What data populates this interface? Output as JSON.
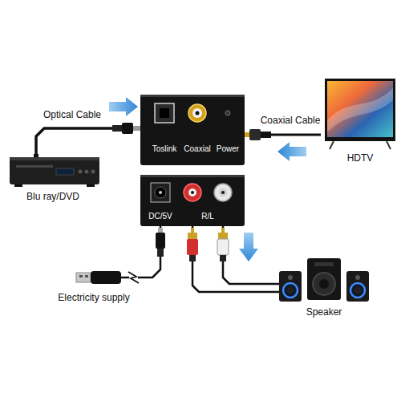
{
  "diagram": {
    "nodes": [
      {
        "text": [
          "Toslink",
          "Coaxial",
          "Power"
        ]
      },
      {
        "text": [
          "HDTV"
        ]
      },
      {
        "text": [
          "Blu ray/DVD"
        ]
      },
      {
        "text": [
          "DC/5V",
          "R/L"
        ]
      },
      {
        "text": [
          "Electricity supply"
        ]
      },
      {
        "text": [
          "Speaker"
        ]
      }
    ],
    "edges": [
      {
        "from": 2,
        "to": 0,
        "arrow": "none",
        "label": "Optical Cable"
      },
      {
        "from": 1,
        "to": 0,
        "arrow": "none",
        "label": "Coaxial Cable"
      },
      {
        "from": 4,
        "to": 3,
        "arrow": "none"
      },
      {
        "from": 3,
        "to": 5,
        "arrow": "none"
      },
      {
        "from": 3,
        "to": 5,
        "arrow": "none"
      }
    ]
  }
}
